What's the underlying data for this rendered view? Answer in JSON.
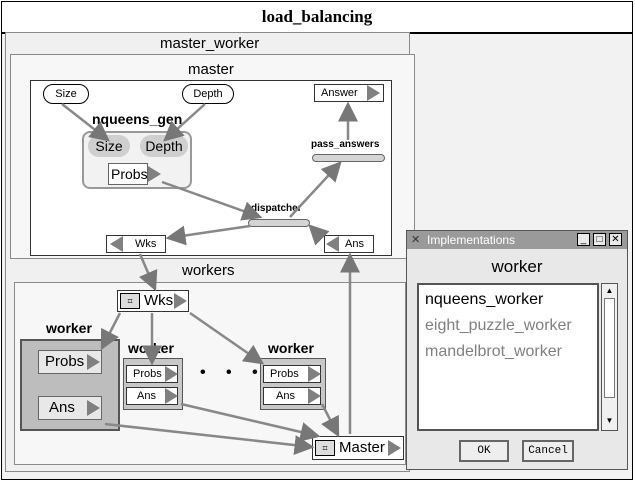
{
  "window": {
    "title": "load_balancing"
  },
  "master_worker": {
    "title": "master_worker"
  },
  "master": {
    "title": "master",
    "inputs": {
      "size": "Size",
      "depth": "Depth"
    },
    "answer_port": "Answer",
    "nqueens_gen": {
      "title": "nqueens_gen",
      "size": "Size",
      "depth": "Depth",
      "probs": "Probs"
    },
    "pass_answers": "pass_answers",
    "dispatcher": "dispatcher",
    "wks_port": "Wks",
    "ans_port": "Ans"
  },
  "workers": {
    "title": "workers",
    "wks": "Wks",
    "master": "Master",
    "ellipsis": "• • •",
    "big_worker": {
      "title": "worker",
      "probs": "Probs",
      "ans": "Ans"
    },
    "worker_a": {
      "title": "worker",
      "probs": "Probs",
      "ans": "Ans"
    },
    "worker_b": {
      "title": "worker",
      "probs": "Probs",
      "ans": "Ans"
    }
  },
  "implementations": {
    "title": "Implementations",
    "heading": "worker",
    "items": [
      "nqueens_worker",
      "eight_puzzle_worker",
      "mandelbrot_worker"
    ],
    "ok": "OK",
    "cancel": "Cancel",
    "controls": {
      "minimize": "_",
      "maximize": "□",
      "close": "✕"
    }
  }
}
